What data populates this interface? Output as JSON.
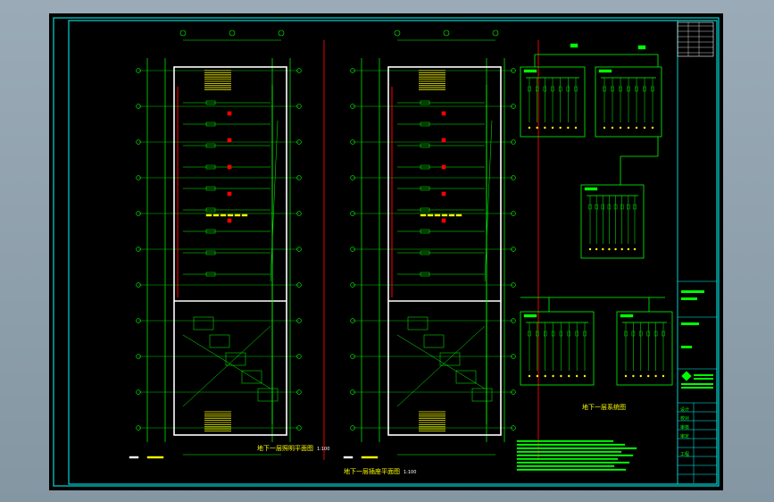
{
  "drawing": {
    "plan_left_title": "地下一层照明平面图",
    "plan_left_scale": "1:100",
    "plan_right_title": "地下一层插座平面图",
    "plan_right_scale": "1:100",
    "system_title": "地下一层系统图",
    "title_block_rows": [
      "设计",
      "校对",
      "审核",
      "审定",
      "工程"
    ],
    "colors": {
      "background": "#000000",
      "frame": "#00ffff",
      "grid": "#00ff00",
      "wall": "#ffffff",
      "stair": "#ffff00",
      "accent": "#ff0000",
      "viewport": "#8f9fad"
    }
  }
}
